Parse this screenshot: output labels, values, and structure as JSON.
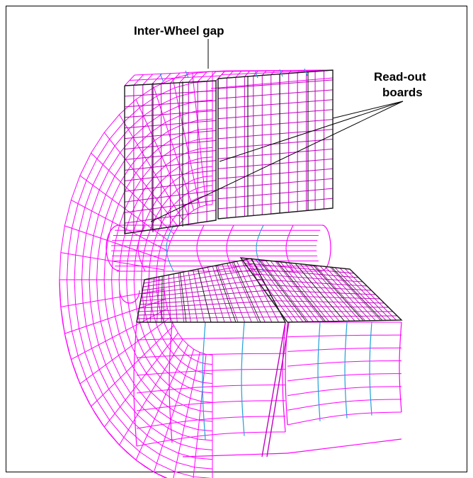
{
  "labels": {
    "inter_wheel_gap": "Inter-Wheel gap",
    "readout_line1": "Read-out",
    "readout_line2": "boards"
  },
  "colors": {
    "mesh": "#ff00ff",
    "mesh_dark": "#c000c0",
    "fold_lines": "#1fa0d8",
    "board_outline": "#1a1a1a",
    "frame": "#000000"
  }
}
